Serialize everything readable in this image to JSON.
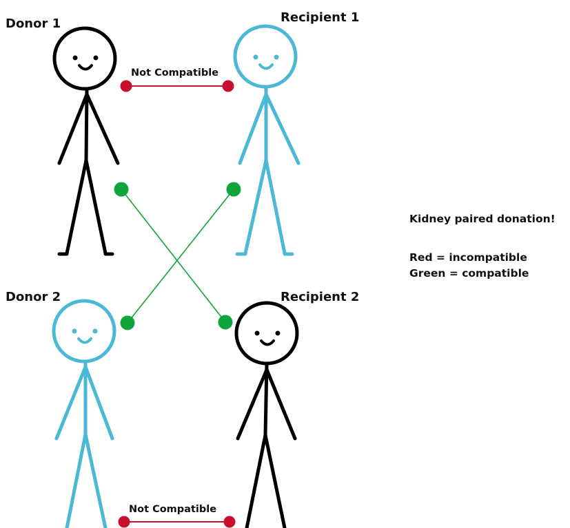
{
  "people": {
    "donor1": {
      "label": "Donor 1",
      "color": "#000000"
    },
    "recipient1": {
      "label": "Recipient 1",
      "color": "#4bb8d6"
    },
    "donor2": {
      "label": "Donor 2",
      "color": "#4bb8d6"
    },
    "recipient2": {
      "label": "Recipient 2",
      "color": "#000000"
    }
  },
  "links": {
    "pair1": {
      "label": "Not Compatible",
      "color": "#c8102e",
      "status": "incompatible"
    },
    "pair2": {
      "label": "Not Compatible",
      "color": "#c8102e",
      "status": "incompatible"
    },
    "donor1_to_recipient2": {
      "color": "#10a53a",
      "status": "compatible"
    },
    "donor2_to_recipient1": {
      "color": "#10a53a",
      "status": "compatible"
    }
  },
  "legend": {
    "title": "Kidney paired donation!",
    "red": "Red = incompatible",
    "green": "Green = compatible"
  }
}
